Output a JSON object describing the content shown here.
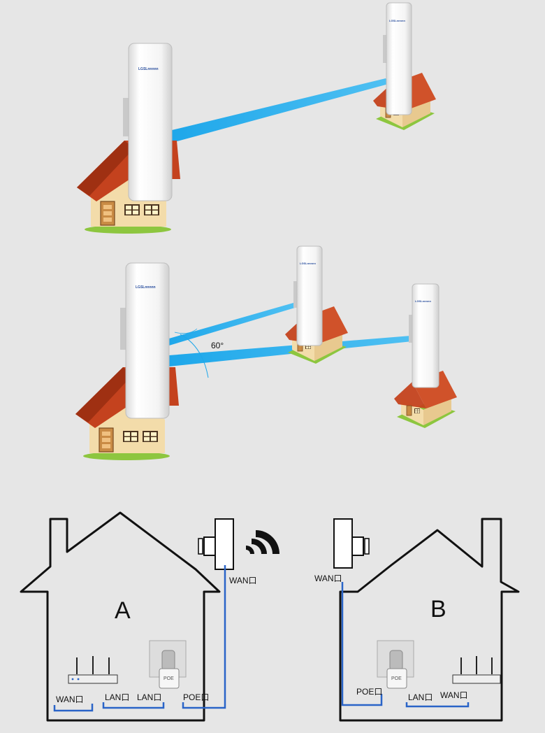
{
  "top_scene": {
    "ap_brand": "LGSLnnnnn"
  },
  "middle_scene": {
    "angle_label": "60°"
  },
  "bottom_scene": {
    "house_a": {
      "letter": "A",
      "wan_port_cpe": "WAN口",
      "router_wan": "WAN口",
      "router_lan": "LAN口",
      "poe_lan": "LAN口",
      "poe_out": "POE口",
      "poe_device": "POE"
    },
    "house_b": {
      "letter": "B",
      "wan_port_cpe": "WAN口",
      "poe_out": "POE口",
      "poe_device": "POE",
      "poe_lan": "LAN口",
      "router_wan": "WAN口"
    }
  },
  "colors": {
    "background": "#e6e6e6",
    "beam": "#1ea7ea",
    "cable": "#2a64c8",
    "roof": "#c4421e",
    "wall": "#f3dcaa",
    "grass": "#8dc63f",
    "ap_body": "#f5f5f5"
  }
}
